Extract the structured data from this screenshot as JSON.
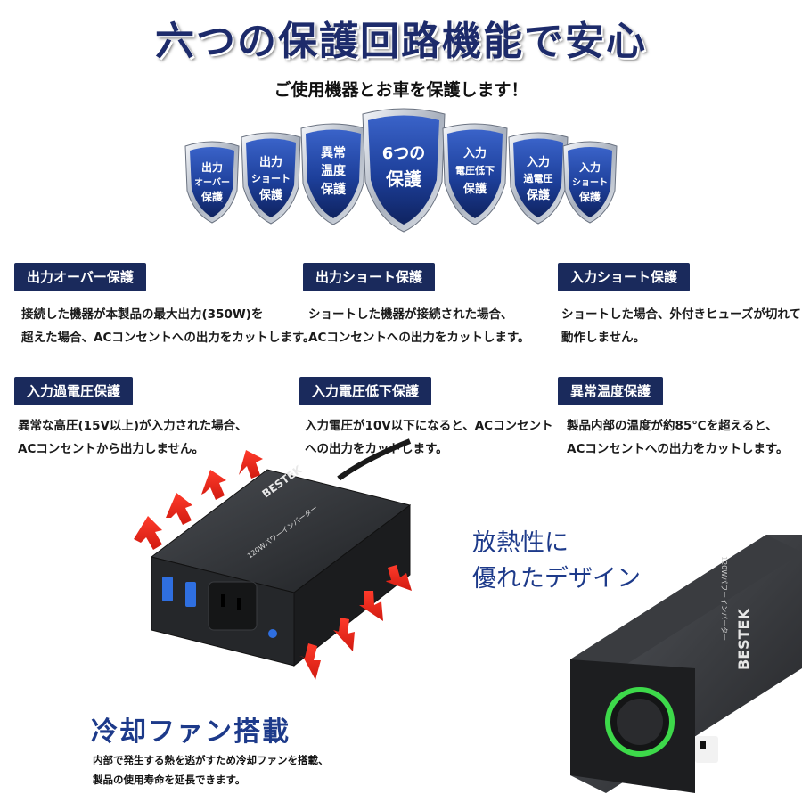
{
  "title": "六つの保護回路機能で安心",
  "subtitle": "ご使用機器とお車を保護します！",
  "shields": [
    {
      "line1": "出力",
      "line2": "オーバー",
      "line3": "保護"
    },
    {
      "line1": "出力",
      "line2": "ショート",
      "line3": "保護"
    },
    {
      "line1": "異常",
      "line2": "温度",
      "line3": "保護"
    },
    {
      "line1": "6つの",
      "line2": "保護",
      "line3": ""
    },
    {
      "line1": "入力",
      "line2": "電圧低下",
      "line3": "保護"
    },
    {
      "line1": "入力",
      "line2": "過電圧",
      "line3": "保護"
    },
    {
      "line1": "入力",
      "line2": "ショート",
      "line3": "保護"
    }
  ],
  "features": [
    {
      "tag": "出力オーバー保護",
      "line1": "接続した機器が本製品の最大出力(350W)を",
      "line2": "超えた場合、ACコンセントへの出力をカットします。"
    },
    {
      "tag": "出力ショート保護",
      "line1": "ショートした機器が接続された場合、",
      "line2": "ACコンセントへの出力をカットします。"
    },
    {
      "tag": "入力ショート保護",
      "line1": "ショートした場合、外付きヒューズが切れて",
      "line2": "動作しません。"
    },
    {
      "tag": "入力過電圧保護",
      "line1": "異常な高圧(15V以上)が入力された場合、",
      "line2": "ACコンセントから出力しません。"
    },
    {
      "tag": "入力電圧低下保護",
      "line1": "入力電圧が10V以下になると、ACコンセント",
      "line2": "への出力をカットします。"
    },
    {
      "tag": "異常温度保護",
      "line1": "製品内部の温度が約85℃を超えると、",
      "line2": "ACコンセントへの出力をカットします。"
    }
  ],
  "heat": {
    "line1": "放熱性に",
    "line2": "優れたデザイン"
  },
  "fan": {
    "title": "冷却ファン搭載",
    "line1": "内部で発生する熱を逃がすため冷却ファンを搭載、",
    "line2": "製品の使用寿命を延長できます。"
  },
  "product": {
    "brand": "BESTEK",
    "label": "120Wパワーインバーター"
  },
  "colors": {
    "navy": "#1a2a5c",
    "shield": "#1d3f9a",
    "arrow": "#e8281e",
    "fan_ring": "#3dd94a",
    "device": "#2b2d30"
  }
}
